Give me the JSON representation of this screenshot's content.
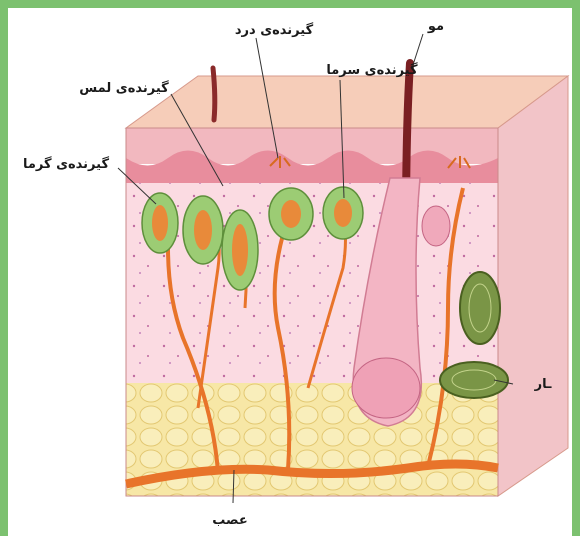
{
  "labels": {
    "pain_receptor": "گیرنده‌ی درد",
    "hair": "مو",
    "touch_receptor": "گیرنده‌ی لمس",
    "cold_receptor": "گیرنده‌ی سرما",
    "heat_receptor": "گیرنده‌ی گرما",
    "pressure": "ـار",
    "nerve": "عصب"
  },
  "colors": {
    "frame": "#7cc16f",
    "epidermis": "#f3bcc0",
    "dermis": "#fbd8dc",
    "fat": "#f6e49a",
    "nerve": "#e8742a",
    "receptor_capsule": "#8fc16a",
    "pressure_capsule": "#6b8a3e"
  }
}
